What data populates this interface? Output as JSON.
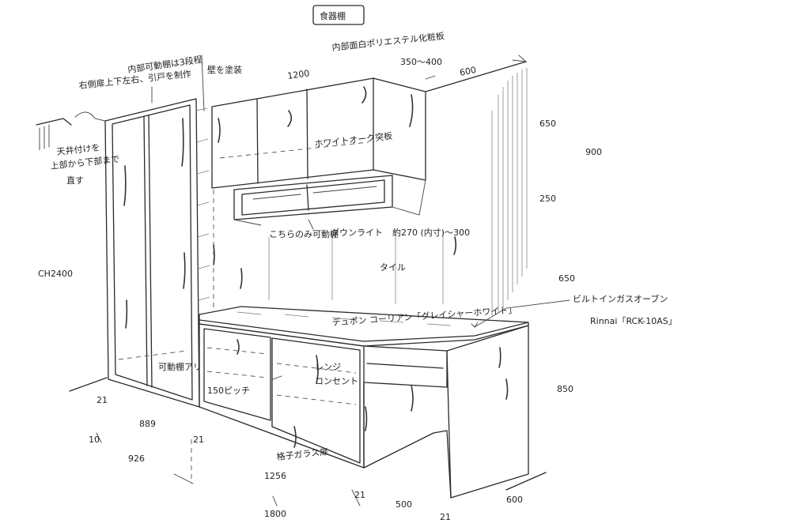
{
  "title": "食器棚",
  "notes": {
    "top_material": "内部面白ポリエステル化粧板",
    "top_depth": "350～400",
    "depth_600": "600",
    "width_1200": "1200",
    "wall_finish": "壁を塗装",
    "adjustable_shelf": "内部可動棚は3段程",
    "full_height_door": "右側扉上下左右、引戸を制作",
    "ceiling_note_1": "天井付けを",
    "ceiling_note_2": "上部から下部まで",
    "ceiling_note_3": "直す",
    "upper_panel": "ホワイトオーク突板",
    "open_shelf": "こちらのみ可動棚",
    "downlight": "ダウンライト",
    "under_height": "約270 (内寸)～300",
    "tile": "タイル",
    "ceiling_height": "CH2400",
    "gas_oven": "ビルトインガスオーブン",
    "oven_model": "Rinnai「RCK-10AS」",
    "counter": "デュポン コーリアン「グレイシャーホワイト」",
    "microwave": "レンジ",
    "outlet": "コンセント",
    "shelf_150": "150ピッチ",
    "inner_note": "可動棚アリ",
    "lower_panel": "格子ガラス扉",
    "d_650_top": "650",
    "d_900": "900",
    "d_250": "250",
    "d_650_mid": "650",
    "d_850": "850",
    "d_21_a": "21",
    "d_889": "889",
    "d_10": "10",
    "d_21_b": "21",
    "d_926": "926",
    "d_1256": "1256",
    "d_21_c": "21",
    "d_500": "500",
    "d_600_bottom": "600",
    "d_1800": "1800",
    "d_21_d": "21"
  },
  "colors": {
    "ink": "#2a2a2a",
    "paper": "#ffffff"
  }
}
